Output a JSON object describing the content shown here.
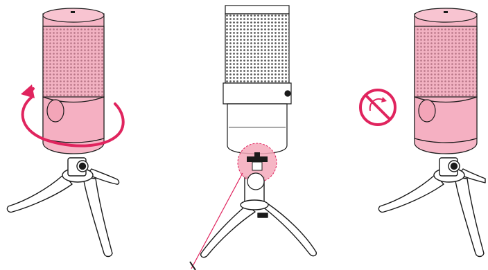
{
  "figure": {
    "panels": [
      {
        "name": "rotate-microphone",
        "state": "pink microphone rotated on tripod"
      },
      {
        "name": "mount-detail",
        "state": "white microphone with magnified mount"
      },
      {
        "name": "do-not-rotate",
        "state": "pink microphone with prohibition sign"
      }
    ]
  },
  "icons": {
    "rotation_arrow": "circular-arrow-icon",
    "prohibition": "no-rotate-icon",
    "magnifier": "detail-callout-icon"
  },
  "colors": {
    "accent": "#e0245e",
    "mic_body_pink": "#f6b6c6",
    "mic_grille_pink": "#e7a3b5",
    "line": "#1a1a1a",
    "highlight_pink": "#f4a9bb"
  }
}
